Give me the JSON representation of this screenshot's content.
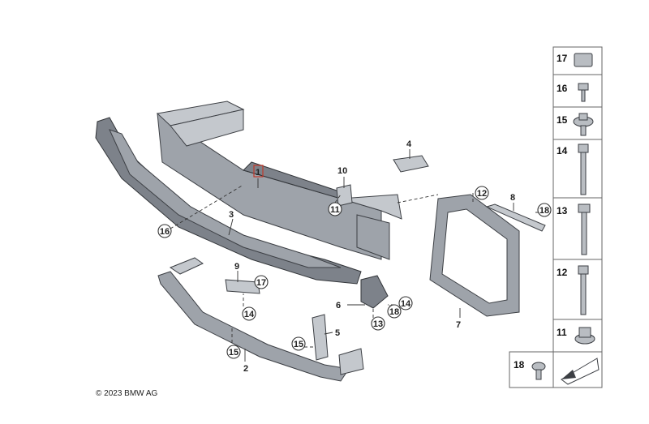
{
  "copyright": "© 2023 BMW AG",
  "callouts": {
    "c1": "1",
    "c2": "2",
    "c3": "3",
    "c4": "4",
    "c5": "5",
    "c6": "6",
    "c7": "7",
    "c8": "8",
    "c9": "9",
    "c10": "10",
    "c11": "11",
    "c12": "12",
    "c13": "13",
    "c14a": "14",
    "c14b": "14",
    "c15a": "15",
    "c15b": "15",
    "c16": "16",
    "c17": "17",
    "c18": "18",
    "c19": "18"
  },
  "sidebar": [
    "17",
    "16",
    "15",
    "14",
    "13",
    "12",
    "11",
    "18"
  ],
  "colors": {
    "highlight": "#c0392b",
    "part": "#9ea3aa",
    "faded": "#aaaaaa"
  }
}
